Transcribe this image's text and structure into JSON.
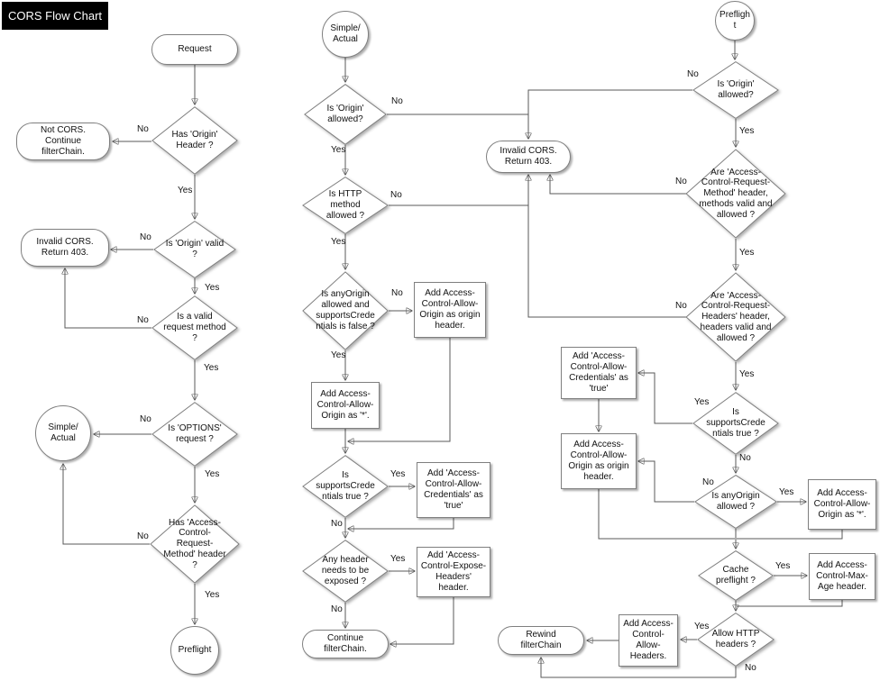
{
  "title": "CORS Flow Chart",
  "labels": {
    "yes": "Yes",
    "no": "No"
  },
  "nodes": {
    "l_request": "Request",
    "l_d_has_origin": "Has 'Origin' Header ?",
    "l_not_cors": "Not CORS. Continue filterChain.",
    "l_d_origin_valid": "Is 'Origin' valid ?",
    "l_invalid": "Invalid CORS. Return 403.",
    "l_d_valid_method": "Is a valid request method ?",
    "l_d_options": "Is 'OPTIONS' request ?",
    "l_simple": "Simple/ Actual",
    "l_d_has_acrm": "Has 'Access-Control-Request-Method' header ?",
    "l_preflight": "Preflight",
    "m_start": "Simple/ Actual",
    "m_d_origin": "Is 'Origin' allowed?",
    "m_d_method": "Is HTTP method allowed ?",
    "m_d_anyorigin": "Is anyOrigin allowed and supportsCredentials is false ?",
    "m_r_origin_header": "Add Access-Control-Allow-Origin as origin header.",
    "m_r_star": "Add Access-Control-Allow-Origin as '*'.",
    "m_d_credentials": "Is supportsCredentials true ?",
    "m_r_credentials": "Add 'Access-Control-Allow-Credentials' as 'true'",
    "m_d_expose": "Any header needs to be exposed ?",
    "m_r_expose": "Add 'Access-Control-Expose-Headers' header.",
    "m_end": "Continue filterChain.",
    "c_invalid": "Invalid CORS. Return 403.",
    "r_start": "Preflight",
    "r_d_origin": "Is 'Origin' allowed?",
    "r_d_acrm": "Are 'Access-Control-Request-Method' header, methods  valid and allowed ?",
    "r_d_acrh": "Are 'Access-Control-Request-Headers' header, headers valid and allowed ?",
    "r_d_credentials": "Is supportsCredentials true ?",
    "r_r_credentials": "Add 'Access-Control-Allow-Credentials' as 'true'",
    "r_r_origin_header": "Add Access-Control-Allow-Origin as origin header.",
    "r_d_anyorigin": "Is anyOrigin allowed ?",
    "r_r_star": "Add Access-Control-Allow-Origin as '*'.",
    "r_d_cache": "Cache preflight ?",
    "r_r_maxage": "Add Access-Control-Max-Age header.",
    "r_d_allowheaders": "Allow HTTP headers ?",
    "r_r_allowheaders": "Add Access-Control-Allow-Headers.",
    "r_end": "Rewind filterChain"
  }
}
